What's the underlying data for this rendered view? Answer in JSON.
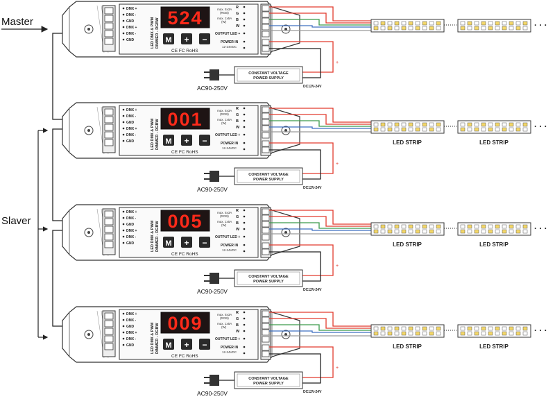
{
  "labels": {
    "master": "Master",
    "slaver": "Slaver"
  },
  "terminal_labels": [
    "DMX +",
    "DMX -",
    "GND",
    "DMX +",
    "DMX -",
    "GND"
  ],
  "controller": {
    "title_line1": "LED DMX & PWM",
    "title_line2": "DIMMER - RGBW",
    "button_mode": "M",
    "button_plus": "+",
    "button_minus": "−",
    "cert": "CE FC RoHS",
    "spec_rgb_max": "max. 5x3A",
    "spec_rgb_unit": "(RGB)",
    "spec_w_max": "max. 1x5A",
    "spec_w_unit": "(W)",
    "ch_r": "R",
    "ch_g": "G",
    "ch_b": "B",
    "ch_w": "W",
    "output_led": "OUTPUT LED +",
    "power_in": "POWER IN",
    "power_range": "12-24VDC"
  },
  "power_supply": {
    "line1": "CONSTANT VOLTAGE",
    "line2": "POWER SUPPLY",
    "ac_input": "AC90-250V",
    "dc_output": "DC12V-24V"
  },
  "strip": {
    "label": "LED STRIP",
    "continuation": "· · ·"
  },
  "units": [
    {
      "display": "524",
      "strip_labels_shown": false
    },
    {
      "display": "001",
      "strip_labels_shown": true
    },
    {
      "display": "005",
      "strip_labels_shown": true
    },
    {
      "display": "009",
      "strip_labels_shown": true
    }
  ],
  "colors": {
    "red": "#e23b2e",
    "green": "#3a9a4a",
    "blue": "#3d6fc0",
    "white_wire": "#9a9a9a",
    "display_bg": "#1e1414",
    "display_digit": "#ff2a1a",
    "line": "#222222"
  }
}
